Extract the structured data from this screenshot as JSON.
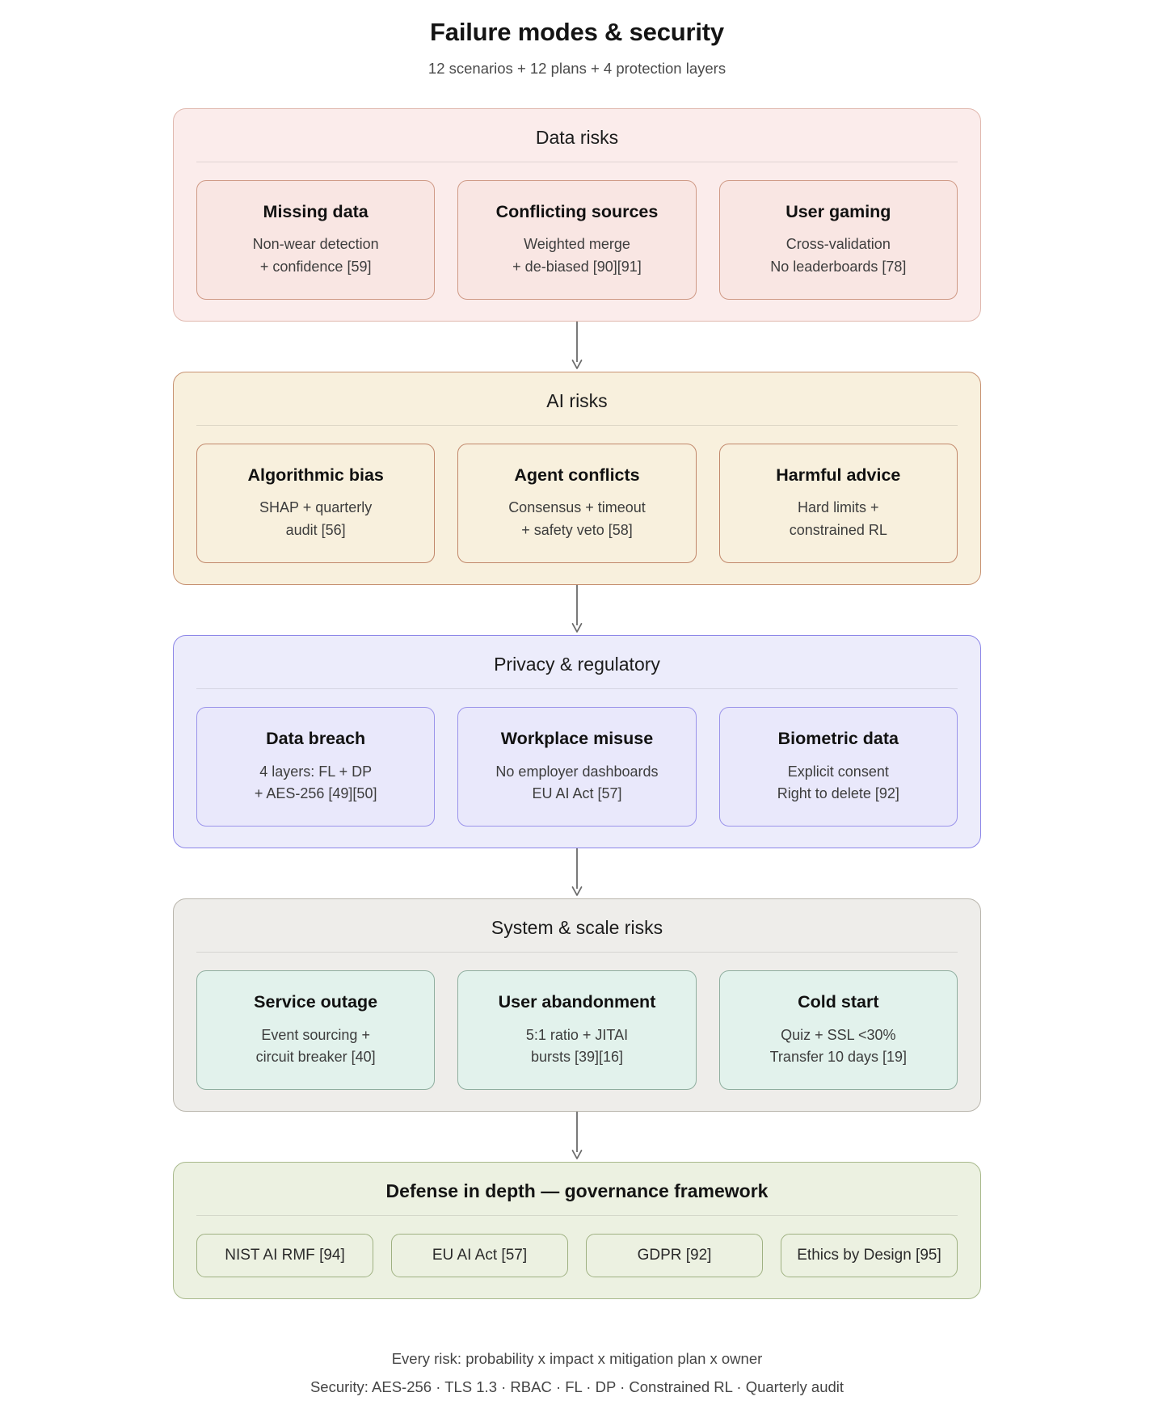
{
  "header": {
    "title": "Failure modes & security",
    "subtitle": "12 scenarios + 12 plans + 4 protection layers"
  },
  "groups": [
    {
      "key": "data",
      "title": "Data risks",
      "cards": [
        {
          "title": "Missing data",
          "line1": "Non-wear detection",
          "line2": "+ confidence [59]"
        },
        {
          "title": "Conflicting sources",
          "line1": "Weighted merge",
          "line2": "+ de-biased [90][91]"
        },
        {
          "title": "User gaming",
          "line1": "Cross-validation",
          "line2": "No leaderboards [78]"
        }
      ]
    },
    {
      "key": "ai",
      "title": "AI risks",
      "cards": [
        {
          "title": "Algorithmic bias",
          "line1": "SHAP + quarterly",
          "line2": "audit [56]"
        },
        {
          "title": "Agent conflicts",
          "line1": "Consensus + timeout",
          "line2": "+ safety veto [58]"
        },
        {
          "title": "Harmful advice",
          "line1": "Hard limits +",
          "line2": "constrained RL"
        }
      ]
    },
    {
      "key": "privacy",
      "title": "Privacy & regulatory",
      "cards": [
        {
          "title": "Data breach",
          "line1": "4 layers: FL + DP",
          "line2": "+ AES-256 [49][50]"
        },
        {
          "title": "Workplace misuse",
          "line1": "No employer dashboards",
          "line2": "EU AI Act [57]"
        },
        {
          "title": "Biometric data",
          "line1": "Explicit consent",
          "line2": "Right to delete [92]"
        }
      ]
    },
    {
      "key": "system",
      "title": "System & scale risks",
      "cards": [
        {
          "title": "Service outage",
          "line1": "Event sourcing +",
          "line2": "circuit breaker [40]"
        },
        {
          "title": "User abandonment",
          "line1": "5:1 ratio + JITAI",
          "line2": "bursts [39][16]"
        },
        {
          "title": "Cold start",
          "line1": "Quiz + SSL <30%",
          "line2": "Transfer 10 days [19]"
        }
      ]
    }
  ],
  "governance": {
    "title": "Defense in depth — governance framework",
    "chips": [
      {
        "label": "NIST AI RMF [94]"
      },
      {
        "label": "EU AI Act [57]"
      },
      {
        "label": "GDPR [92]"
      },
      {
        "label": "Ethics by Design [95]"
      }
    ]
  },
  "footer": {
    "line1": "Every risk: probability x impact x mitigation plan x owner",
    "line2": "Security: AES-256 · TLS 1.3 · RBAC · FL · DP · Constrained RL · Quarterly audit"
  },
  "colors": {
    "data_bg": "#fbeceb",
    "data_border": "#cf9a86",
    "ai_bg": "#f8f0dd",
    "ai_border": "#c1876a",
    "privacy_bg": "#ececfb",
    "privacy_border": "#9a93ea",
    "system_bg": "#eeedea",
    "system_card_bg": "#e2f2ec",
    "gov_bg": "#ecf1e1",
    "arrow": "#6b6b6b"
  }
}
